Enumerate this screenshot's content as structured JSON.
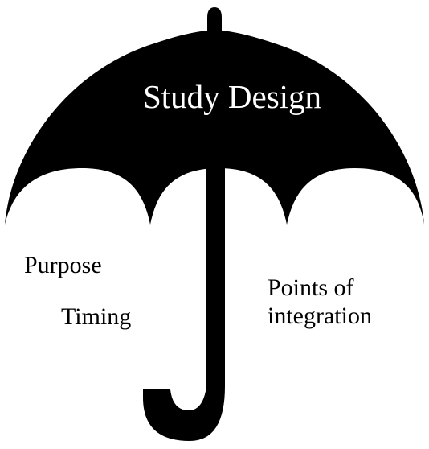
{
  "diagram": {
    "title": "Study Design",
    "labels": {
      "purpose": "Purpose",
      "timing": "Timing",
      "points_line1": "Points of",
      "points_line2": "integration"
    }
  }
}
